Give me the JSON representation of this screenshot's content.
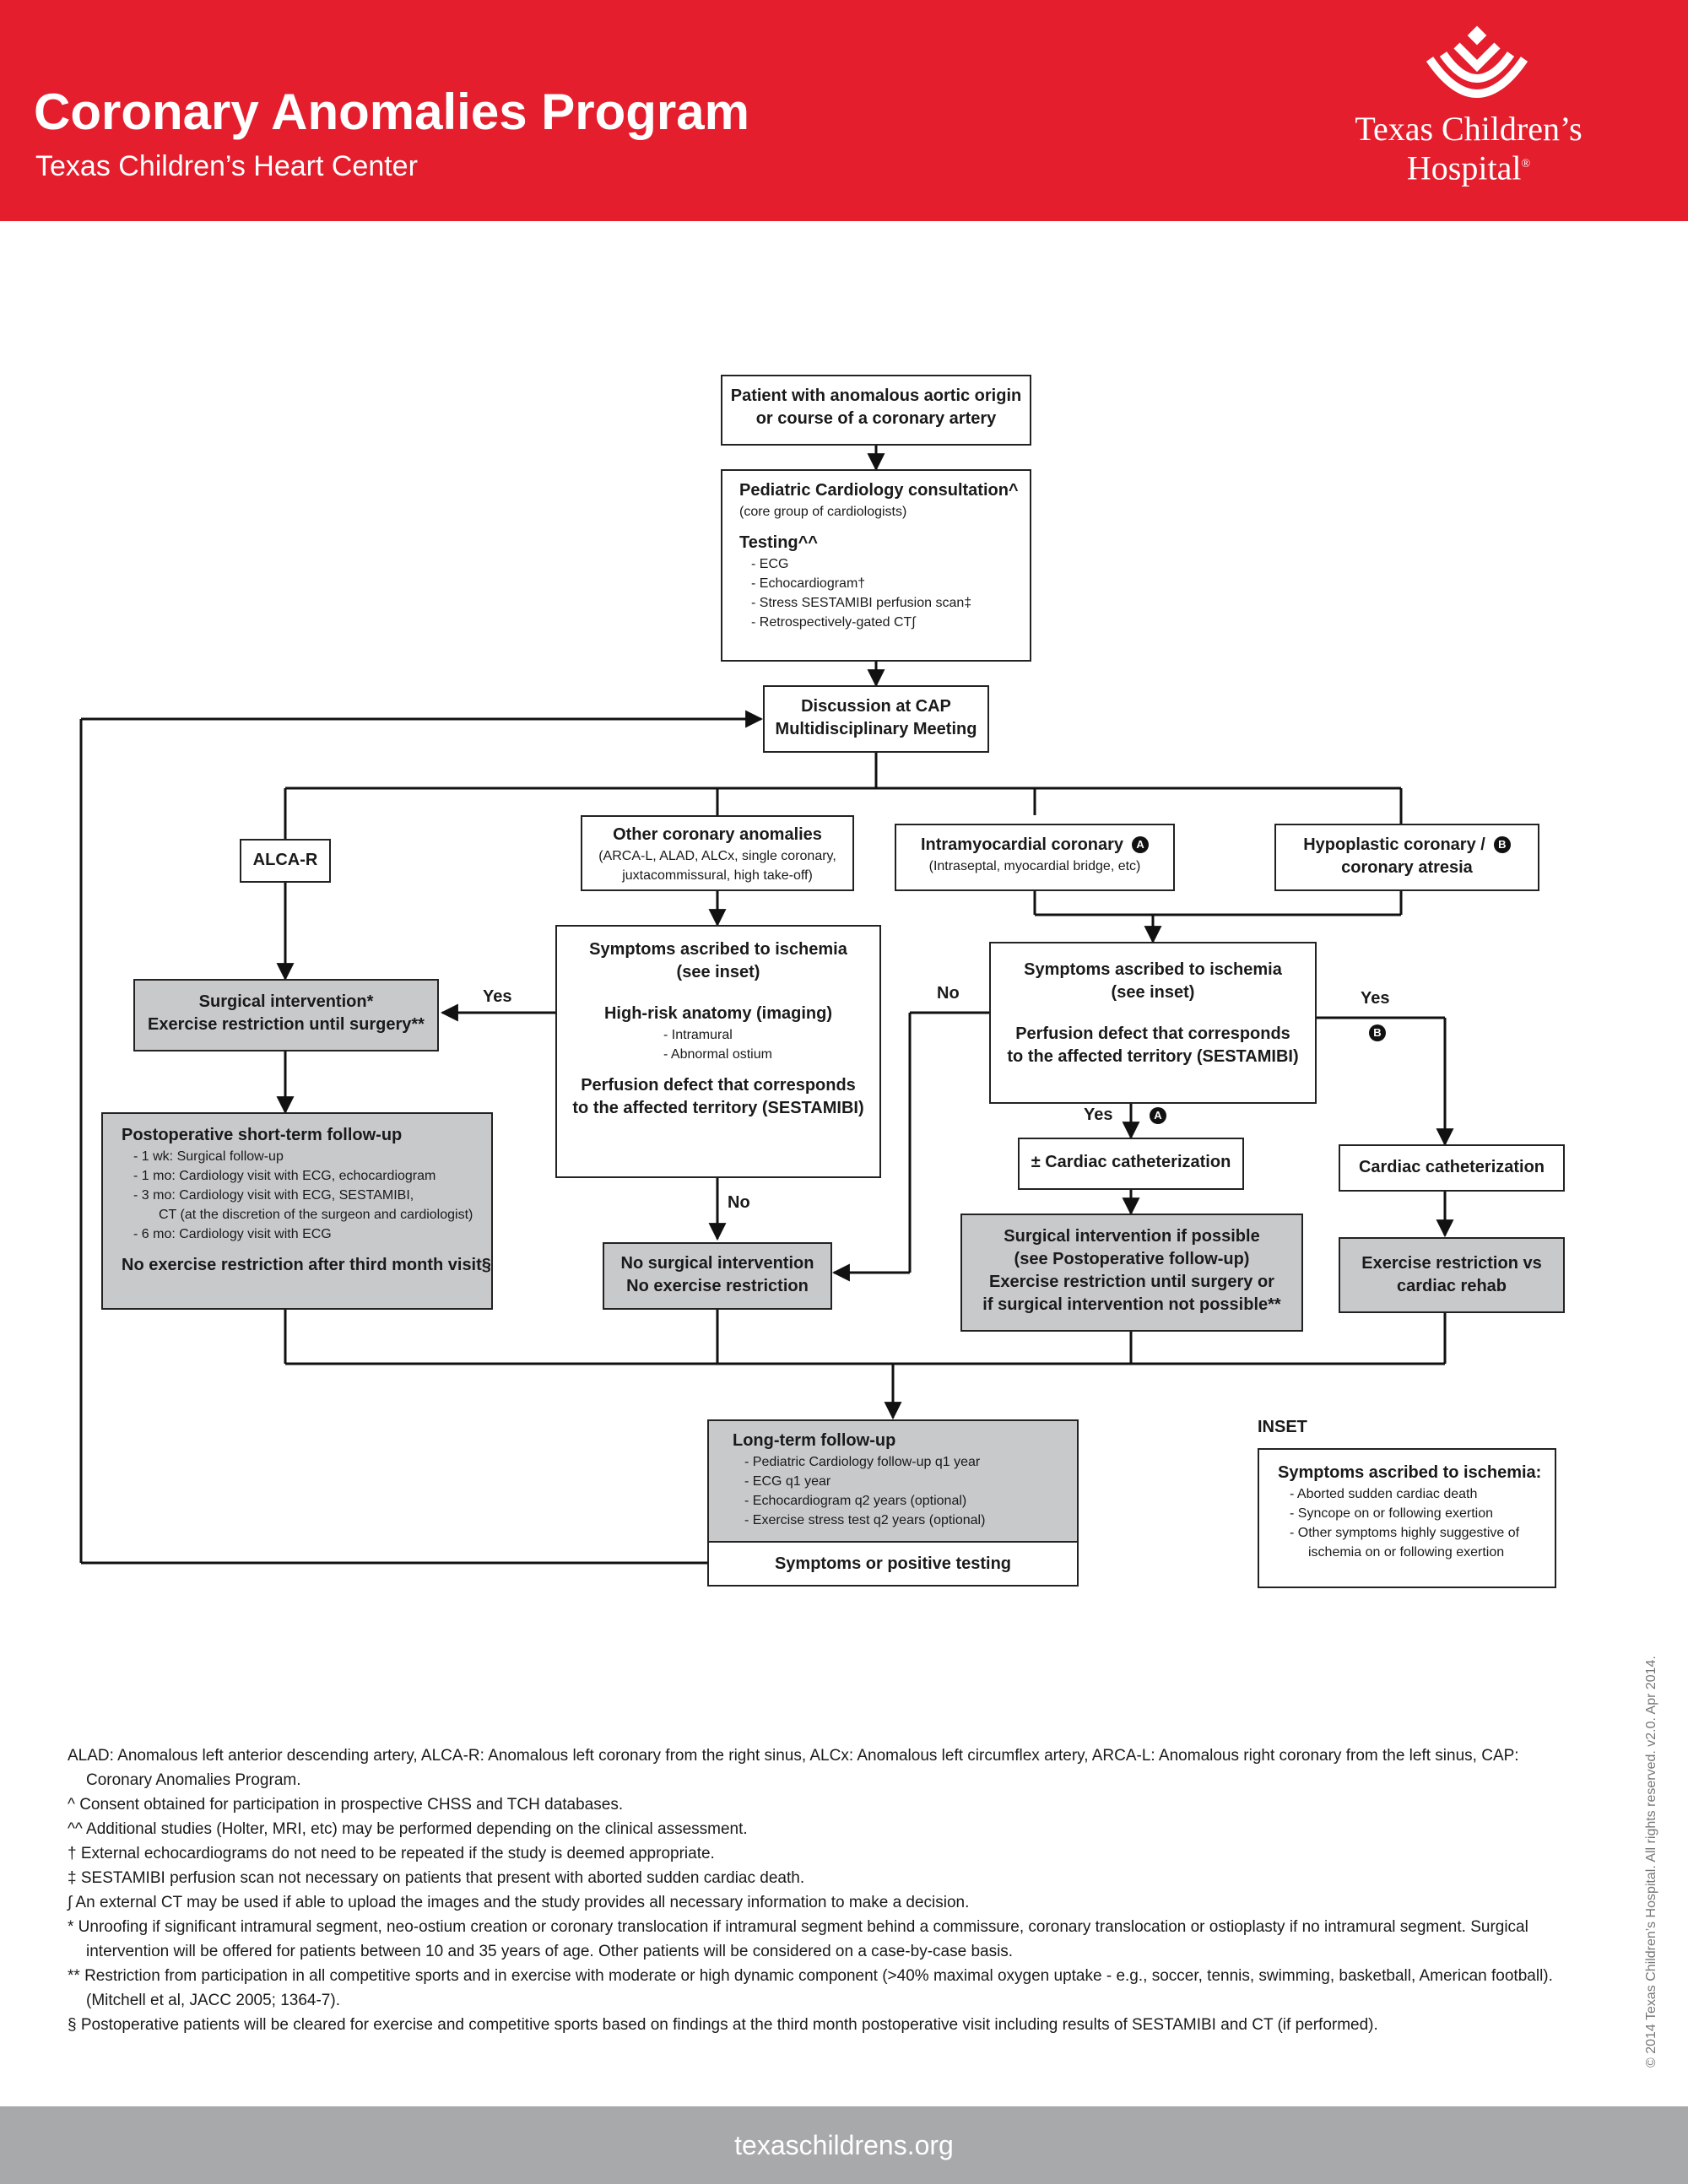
{
  "header": {
    "title": "Coronary Anomalies Program",
    "subtitle": "Texas Children’s Heart Center",
    "logo_line1": "Texas Children’s",
    "logo_line2": "Hospital",
    "logo_mark": "®"
  },
  "flow": {
    "start": {
      "line1": "Patient with anomalous aortic origin",
      "line2": "or course of a coronary artery"
    },
    "consult": {
      "title": "Pediatric Cardiology consultation^",
      "note": "(core group of cardiologists)",
      "testing_title": "Testing^^",
      "tests": [
        "- ECG",
        "- Echocardiogram†",
        "- Stress SESTAMIBI perfusion scan‡",
        "- Retrospectively-gated CT∫"
      ]
    },
    "discussion": {
      "line1": "Discussion at CAP",
      "line2": "Multidisciplinary Meeting"
    },
    "alcar": {
      "label": "ALCA-R"
    },
    "other": {
      "title": "Other coronary anomalies",
      "note1": "(ARCA-L, ALAD, ALCx, single coronary,",
      "note2": "juxtacommissural, high take-off)"
    },
    "intramyo": {
      "title": "Intramyocardial coronary",
      "badge": "A",
      "note": "(Intraseptal, myocardial bridge, etc)"
    },
    "hypoplastic": {
      "line1": "Hypoplastic coronary /",
      "badge": "B",
      "line2": "coronary atresia"
    },
    "surgical_alcar": {
      "line1": "Surgical intervention*",
      "line2": "Exercise restriction until surgery**"
    },
    "sym_mid": {
      "line1": "Symptoms ascribed to ischemia",
      "line2": "(see inset)",
      "line3": "High-risk anatomy (imaging)",
      "items": [
        "- Intramural",
        "- Abnormal ostium"
      ],
      "line4": "Perfusion defect that corresponds",
      "line5": "to the affected territory (SESTAMIBI)"
    },
    "sym_right": {
      "line1": "Symptoms ascribed to ischemia",
      "line2": "(see inset)",
      "line3": "Perfusion defect that corresponds",
      "line4": "to the affected territory (SESTAMIBI)"
    },
    "postop": {
      "title": "Postoperative short-term follow-up",
      "items": [
        "- 1 wk: Surgical follow-up",
        "- 1 mo: Cardiology visit with ECG, echocardiogram",
        "- 3 mo: Cardiology visit with ECG, SESTAMIBI,",
        "CT (at the discretion of the surgeon and cardiologist)",
        "- 6 mo: Cardiology visit with ECG"
      ],
      "footer": "No exercise restriction after third month visit§"
    },
    "no_surgical": {
      "line1": "No surgical intervention",
      "line2": "No exercise restriction"
    },
    "cath_opt": {
      "label": "± Cardiac catheterization"
    },
    "cath": {
      "label": "Cardiac catheterization"
    },
    "surg_possible": {
      "line1": "Surgical intervention if possible",
      "line2": "(see Postoperative follow-up)",
      "line3": "Exercise restriction until surgery or",
      "line4": "if surgical intervention not possible**"
    },
    "exercise": {
      "line1": "Exercise restriction vs",
      "line2": "cardiac rehab"
    },
    "longterm": {
      "title": "Long-term follow-up",
      "items": [
        "- Pediatric Cardiology follow-up q1 year",
        "- ECG q1 year",
        "- Echocardiogram q2 years (optional)",
        "- Exercise stress test q2 years (optional)"
      ],
      "footer": "Symptoms or positive testing"
    },
    "inset": {
      "heading": "INSET",
      "title": "Symptoms ascribed to ischemia:",
      "items": [
        "- Aborted sudden cardiac death",
        "- Syncope on or following exertion",
        "- Other symptoms highly suggestive of",
        "ischemia on or following exertion"
      ]
    },
    "labels": {
      "yes_left": "Yes",
      "no_mid": "No",
      "no_right": "No",
      "yes_right": "Yes",
      "yes_right_badge": "B",
      "yes_down": "Yes",
      "yes_down_badge": "A"
    }
  },
  "footnotes": [
    "ALAD: Anomalous left anterior descending artery, ALCA-R: Anomalous left coronary from the right sinus, ALCx: Anomalous left circumflex artery, ARCA-L: Anomalous right coronary from the left sinus, CAP: Coronary Anomalies Program.",
    "^ Consent obtained for participation in prospective CHSS and TCH databases.",
    "^^ Additional studies (Holter, MRI, etc) may be performed depending on the clinical assessment.",
    "† External echocardiograms do not need to be repeated if the study is deemed appropriate.",
    "‡ SESTAMIBI perfusion scan not necessary on patients that present with aborted sudden cardiac death.",
    "∫ An external CT may be used if able to upload the images and the study provides all necessary information to make a decision.",
    "* Unroofing if significant intramural segment, neo-ostium creation or coronary translocation if intramural segment behind a commissure, coronary translocation or ostioplasty if no intramural segment. Surgical intervention will be offered for patients between 10 and 35 years of age. Other patients will be considered on a case-by-case basis.",
    "** Restriction from participation in all competitive sports and in exercise with moderate or high dynamic component (>40% maximal oxygen uptake - e.g., soccer, tennis, swimming, basketball, American football). (Mitchell et al, JACC 2005; 1364-7).",
    "§  Postoperative patients will be cleared for exercise and competitive sports based on findings at the third month postoperative visit including results of SESTAMIBI and CT (if performed)."
  ],
  "copyright": "© 2014  Texas Children’s Hospital. All rights reserved. v2.0. Apr 2014.",
  "footer": {
    "url": "texaschildrens.org"
  }
}
